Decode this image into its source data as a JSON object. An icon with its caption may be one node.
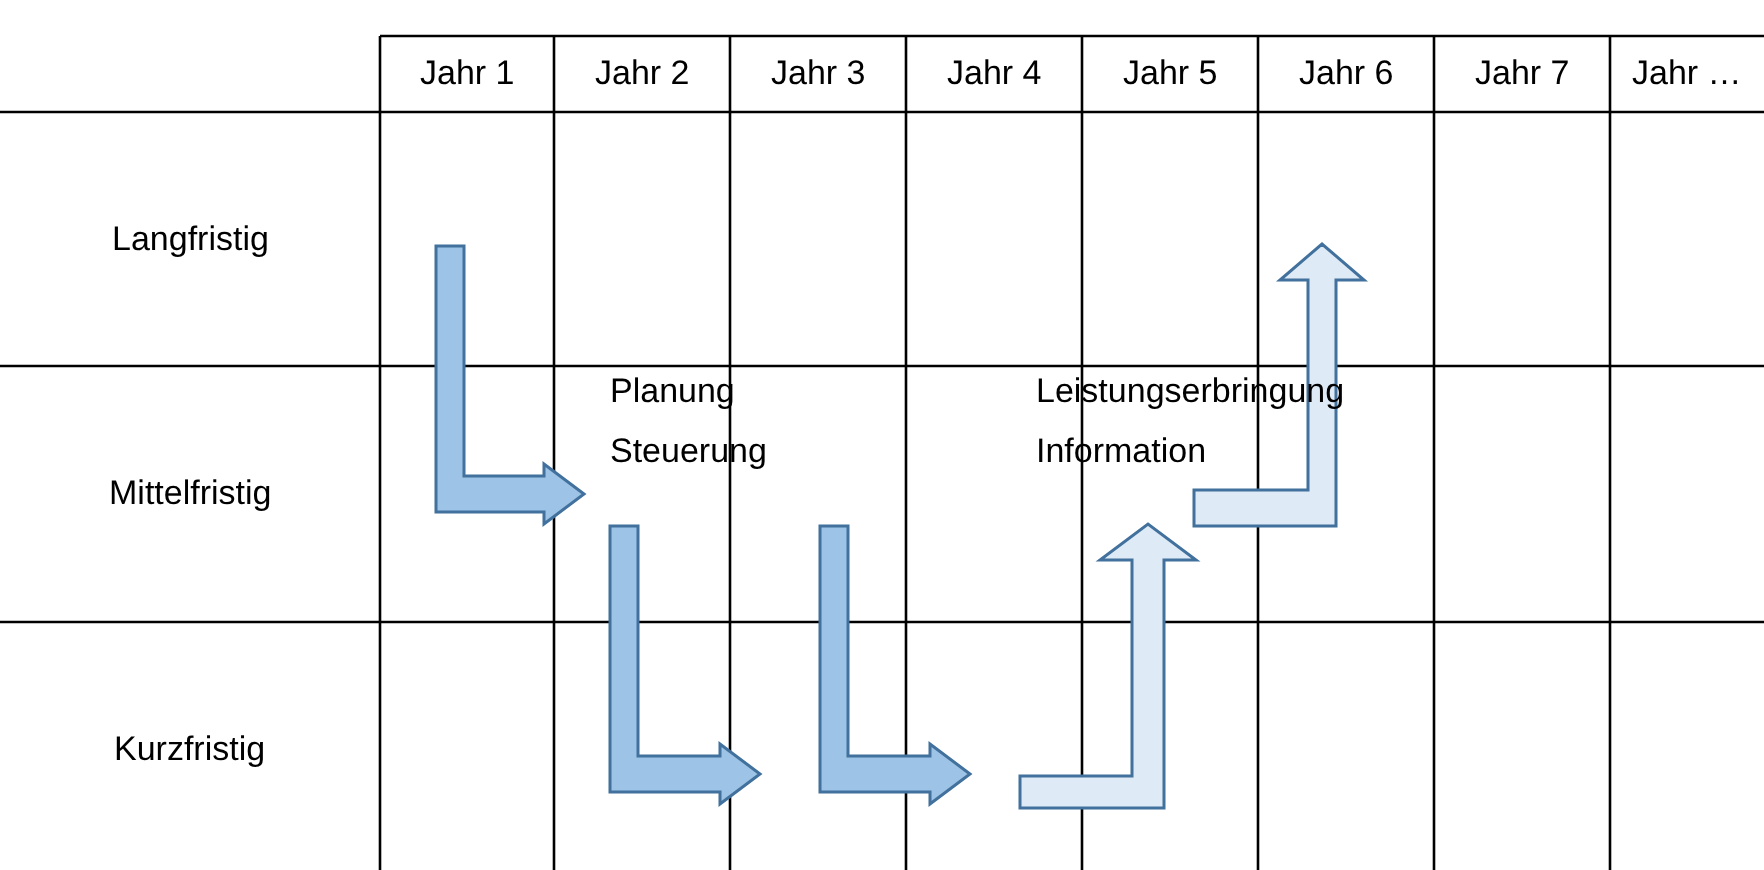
{
  "diagram": {
    "labels": [
      "Jahr 1",
      "Jahr 2",
      "Jahr 3",
      "Jahr 4",
      "Jahr 5",
      "Jahr 6",
      "Jahr 7",
      "Jahr …",
      "Langfristig",
      "Mittelfristig",
      "Kurzfristig",
      "Planung",
      "Leistungserbringung",
      "Steuerung",
      "Information"
    ]
  }
}
